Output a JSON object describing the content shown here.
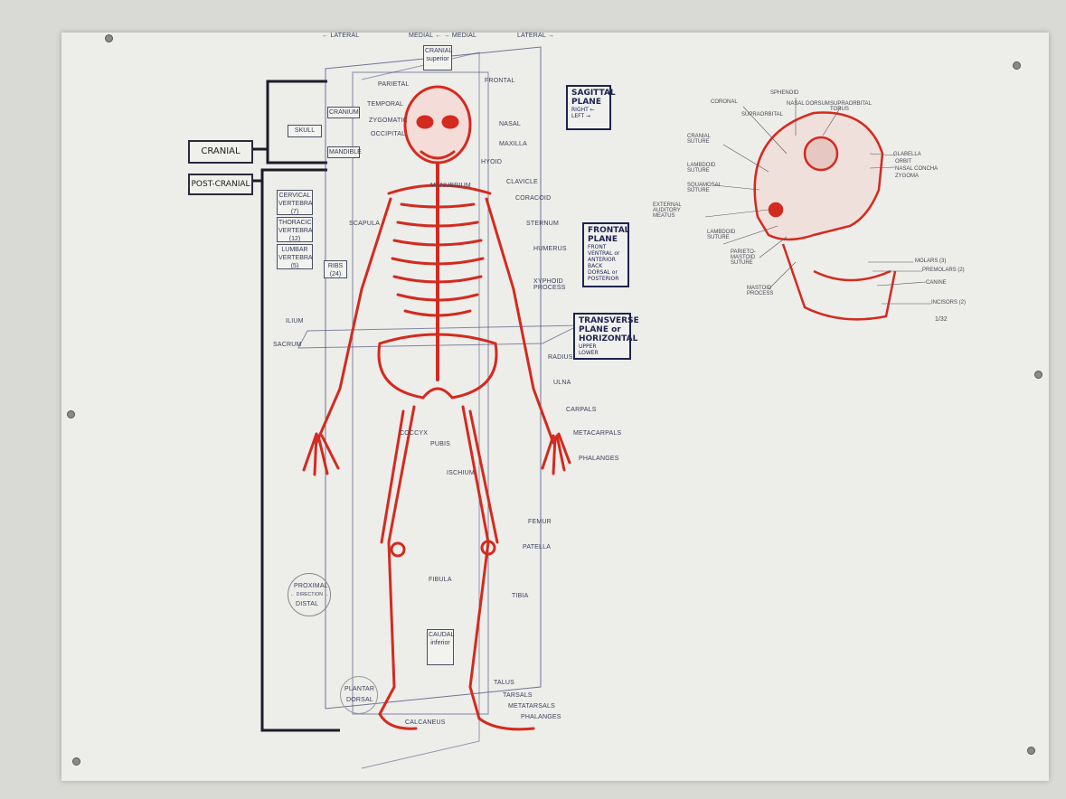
{
  "top": {
    "lateral_left": "← LATERAL",
    "medial": "MEDIAL ← → MEDIAL",
    "lateral_right": "LATERAL →"
  },
  "big_boxes": {
    "cranial": "CRANIAL",
    "post_cranial": "POST-CRANIAL"
  },
  "small_boxes": {
    "skull": "SKULL",
    "cranium": "CRANIUM",
    "mandible": "MANDIBLE",
    "cervical": "CERVICAL VERTEBRA (7)",
    "thoracic": "THORACIC VERTEBRA (12)",
    "lumbar": "LUMBAR VERTEBRA (5)",
    "ribs": "RIBS (24)",
    "cranial_dir": "CRANIAL superior",
    "caudal_dir": "CAUDAL inferior",
    "proximal": "PROXIMAL",
    "distal": "DISTAL",
    "proximal_sub": "← DIRECTION →",
    "plantar": "PLANTAR",
    "dorsal": "DORSAL"
  },
  "planes": {
    "sagittal": {
      "title": "SAGITTAL PLANE",
      "sub1": "RIGHT ←",
      "sub2": "LEFT →"
    },
    "frontal": {
      "title": "FRONTAL PLANE",
      "sub1": "FRONT VENTRAL or ANTERIOR",
      "sub2": "BACK DORSAL or POSTERIOR"
    },
    "transverse": {
      "title": "TRANSVERSE PLANE or HORIZONTAL",
      "sub1": "UPPER",
      "sub2": "LOWER"
    }
  },
  "labels": {
    "parietal": "PARIETAL",
    "frontal": "FRONTAL",
    "temporal": "TEMPORAL",
    "zygomatic": "ZYGOMATIC",
    "occipital": "OCCIPITAL",
    "nasal": "NASAL",
    "maxilla": "MAXILLA",
    "hyoid": "HYOID",
    "clavicle": "CLAVICLE",
    "manubrium": "MANUBRIUM",
    "coracoid": "CORACOID",
    "scapula": "SCAPULA",
    "sternum": "STERNUM",
    "humerus": "HUMERUS",
    "xyphoid": "XYPHOID PROCESS",
    "ilium": "ILIUM",
    "sacrum": "SACRUM",
    "radius": "RADIUS",
    "ulna": "ULNA",
    "carpals": "CARPALS",
    "metacarpals": "METACARPALS",
    "phalanges": "PHALANGES",
    "coccyx": "COCCYX",
    "pubis": "PUBIS",
    "ischium": "ISCHIUM",
    "femur": "FEMUR",
    "patella": "PATELLA",
    "fibula": "FIBULA",
    "tibia": "TIBIA",
    "talus": "TALUS",
    "tarsals": "TARSALS",
    "metatarsals": "METATARSALS",
    "phalanges2": "PHALANGES",
    "calcaneus": "CALCANEUS"
  },
  "skull_labels": {
    "coronal": "CORONAL",
    "supraorbital": "SUPRAORBITAL",
    "sphenoid": "SPHENOID",
    "nasal_dorsal": "NASAL DORSUM",
    "supraorbital_torus": "SUPRAORBITAL TORUS",
    "cranial_suture": "CRANIAL SUTURE",
    "glabella": "GLABELLA",
    "orbit": "ORBIT",
    "nasal_concha": "NASAL CONCHA",
    "lambdoid": "LAMBDOID SUTURE",
    "squamosal": "SQUAMOSAL SUTURE",
    "zygoma": "ZYGOMA",
    "external": "EXTERNAL AUDITORY MEATUS",
    "lambdoid2": "LAMBDOID SUTURE",
    "parieto": "PARIETO-MASTOID SUTURE",
    "mastoid": "MASTOID PROCESS",
    "molars": "MOLARS (3)",
    "premolars": "PREMOLARS (2)",
    "canine": "CANINE",
    "incisors": "INCISORS (2)",
    "fraction": "1/32"
  },
  "colors": {
    "bone": "#d42a1f",
    "ink": "#2a2f55",
    "paper": "#ededea"
  }
}
